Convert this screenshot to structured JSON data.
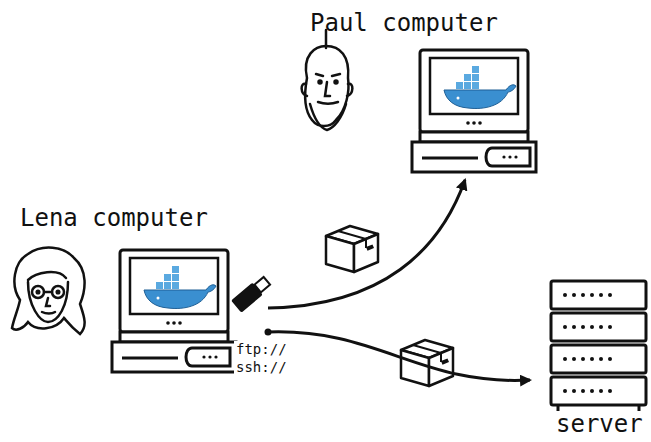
{
  "diagram": {
    "nodes": [
      {
        "text": [
          "Paul computer"
        ]
      },
      {
        "text": [
          "Lena computer"
        ]
      },
      {
        "text": [
          "server"
        ]
      }
    ],
    "edges": [
      {
        "from": 1,
        "to": 0,
        "arrow": "to"
      },
      {
        "from": 1,
        "to": 2,
        "arrow": "to",
        "label": "ftp:// ssh://"
      }
    ]
  }
}
